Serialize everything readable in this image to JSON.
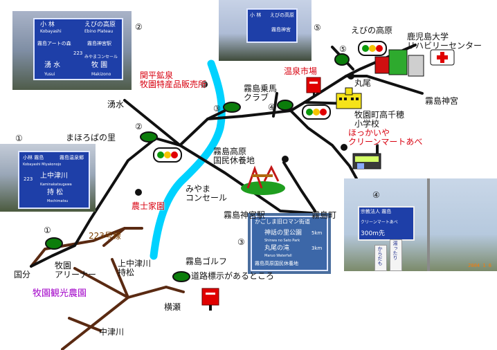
{
  "colors": {
    "road": "#111111",
    "road_highway": "#5a2a12",
    "river": "#00c8ff",
    "label_red": "#d8000f",
    "label_purple": "#a100c8",
    "signal_green": "#0b7d0b"
  },
  "icons": [
    "traffic-signal-icon",
    "green-signal-dot-icon",
    "post-box-icon",
    "school-icon",
    "hospital-icon",
    "playground-icon",
    "store-icon"
  ],
  "places": {
    "ebino_kogen": "えびの高原",
    "kagoshima_univ": "鹿児島大学\nリハビリーセンター",
    "onsen_ichiba": "温泉市場",
    "maruo": "丸尾",
    "kirishima_jingu": "霧島神宮",
    "kanpei_kosen": "関平鉱泉\n牧園特産品販売所",
    "yusui": "湧水",
    "kirishima_joba": "霧島乗馬\nクラブ",
    "makizono_school": "牧園町高千穂\n小学校",
    "hokkaiya": "ほっかいや\nクリーンマートあべ",
    "mahoroba": "まほろばの里",
    "kokumin_kyuka": "霧島高原\n国民休養地",
    "miyama": "みやま\nコンセール",
    "noshi_ka": "農士家園",
    "kirishima_jingu_eki": "霧島神宮駅",
    "kirishima_cho": "霧島町",
    "route_223": "223号線",
    "kokubu": "国分",
    "makizono_arena": "牧園\nアリーナー",
    "kaminakatsugawa": "上中津川\n持松",
    "kirishima_golf": "霧島ゴルフ",
    "doro_hyoshiki": "道路標示があるところ",
    "yokose": "横瀬",
    "makizono_kanko": "牧園観光農園",
    "nakatsugawa": "中津川"
  },
  "markers": {
    "n1": "①",
    "n2": "②",
    "n3": "③",
    "n4": "④",
    "n5": "⑤"
  },
  "photos": {
    "p2_sign": {
      "top_left": "小 林",
      "top_left_en": "Kobayashi",
      "top_right": "えびの高原",
      "top_right_en": "Ebino Plateau",
      "mid_left": "霧島アートの森",
      "mid_right": "霧島神宮駅",
      "route": "223",
      "mid_right2": "みやまコンセール",
      "bottom_left": "湧 水",
      "bottom_left_en": "Yusui",
      "bottom_right": "牧 園",
      "bottom_right_en": "Makizono"
    },
    "p5_sign": {
      "top_left": "小 林",
      "top_right": "えびの高原",
      "mid": "霧島神宮"
    },
    "p1_sign": {
      "top_left": "小林 霧島",
      "top_left_en": "Kobayashi Miyakonojo",
      "top_right": "霧島温泉郷",
      "mid": "上中津川",
      "mid_en": "Kaminakatsugawa",
      "route": "223",
      "bottom": "持 松",
      "bottom_en": "Mochimatsu"
    },
    "p3_sign": {
      "top": "かごしま旧ロマン街道",
      "row1": "神話の里公園",
      "row1_en": "Shinwa no Sato Park",
      "row2": "丸尾の滝",
      "row2_en": "Maruo Waterfall",
      "row3": "霧島高原国民休養地",
      "km1": "5km",
      "km2": "3km"
    },
    "p4_sign": {
      "header": "宗教法人 霧島",
      "line1": "クリーンマートあべ",
      "dist": "300m先",
      "banner_a": "湯ったり",
      "banner_b": "からだも",
      "stamp": "2004 1 6"
    }
  }
}
